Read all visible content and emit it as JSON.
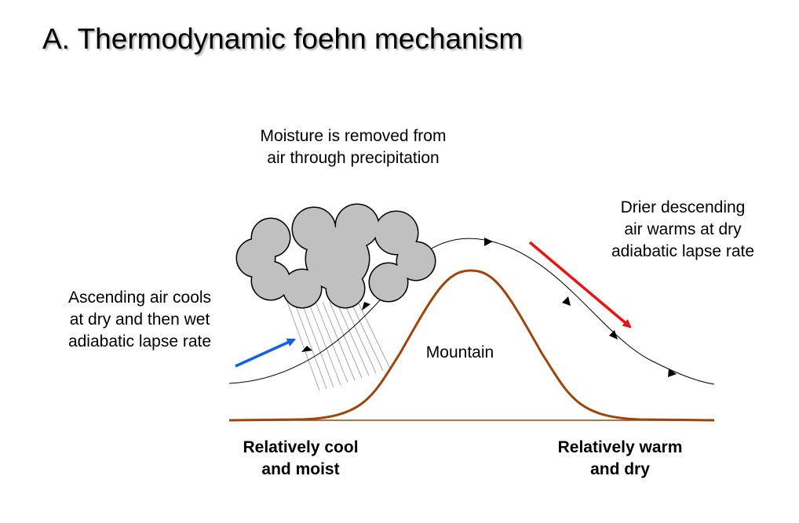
{
  "title": "A. Thermodynamic foehn mechanism",
  "labels": {
    "moisture": [
      "Moisture is removed from",
      "air through precipitation"
    ],
    "descending": [
      "Drier descending",
      "air warms at dry",
      "adiabatic lapse rate"
    ],
    "ascending": [
      "Ascending air cools",
      "at dry and then wet",
      "adiabatic lapse rate"
    ],
    "mountain": "Mountain",
    "cool_side": [
      "Relatively cool",
      "and moist"
    ],
    "warm_side": [
      "Relatively warm",
      "and dry"
    ]
  },
  "colors": {
    "ascending_arrow": "#1060e8",
    "descending_arrow": "#ee1111",
    "mountain": "#a0440a",
    "cloud_fill": "#c0c0c0",
    "cloud_stroke": "#000000",
    "rain": "#a0a0a0",
    "airflow": "#000000"
  }
}
